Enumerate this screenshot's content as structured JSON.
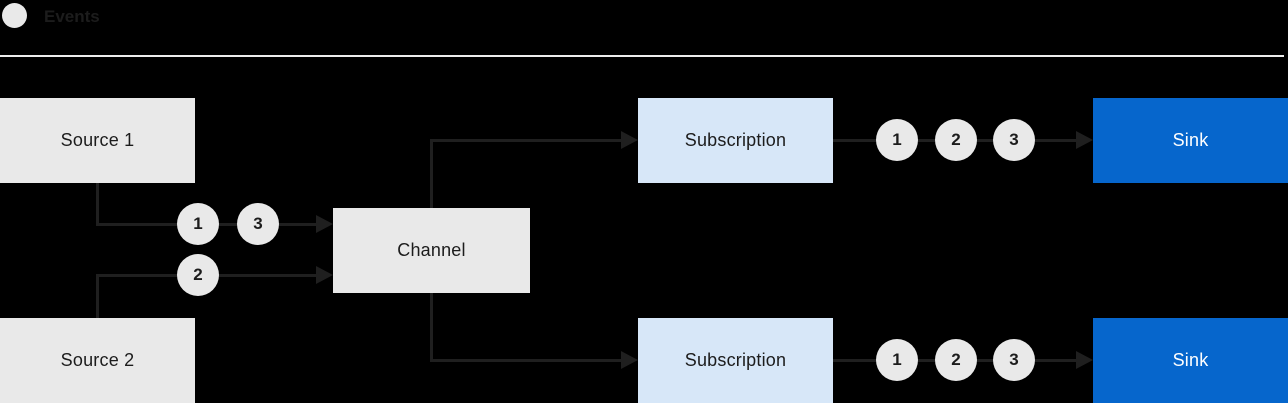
{
  "legend": {
    "label": "Events"
  },
  "nodes": {
    "source1": {
      "label": "Source 1"
    },
    "source2": {
      "label": "Source 2"
    },
    "channel": {
      "label": "Channel"
    },
    "subscription1": {
      "label": "Subscription"
    },
    "subscription2": {
      "label": "Subscription"
    },
    "sink1": {
      "label": "Sink"
    },
    "sink2": {
      "label": "Sink"
    }
  },
  "events": {
    "source1_to_channel": [
      "1",
      "3"
    ],
    "source2_to_channel": [
      "2"
    ],
    "subscription1_to_sink": [
      "1",
      "2",
      "3"
    ],
    "subscription2_to_sink": [
      "1",
      "2",
      "3"
    ]
  },
  "colors": {
    "background": "#000000",
    "connector": "#1f1f1f",
    "node_gray": "#e9e9e9",
    "node_light_blue": "#d7e7f8",
    "node_blue": "#0666cc",
    "event_circle": "#e9e9e9",
    "text_dark": "#1c1c1c",
    "text_light": "#ffffff",
    "separator": "#ececec"
  }
}
